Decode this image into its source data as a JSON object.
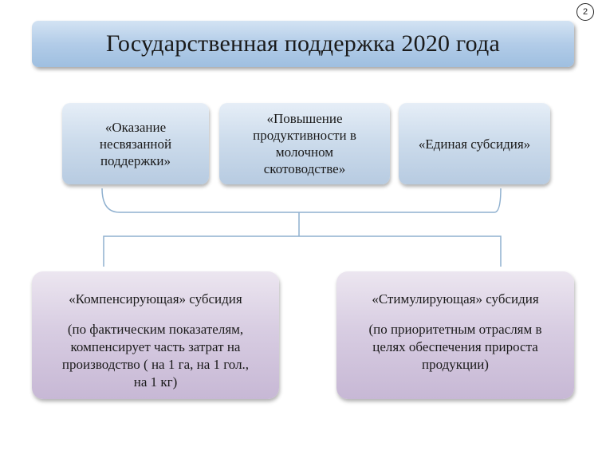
{
  "page_number": "2",
  "title": "Государственная поддержка 2020 года",
  "top_boxes": [
    {
      "label": "«Оказание\nнесвязанной\nподдержки»"
    },
    {
      "label": "«Повышение\nпродуктивности в\nмолочном\nскотоводстве»"
    },
    {
      "label": "«Единая субсидия»"
    }
  ],
  "bottom_boxes": [
    {
      "heading": "«Компенсирующая» субсидия",
      "body": "(по фактическим показателям,\nкомпенсирует часть затрат на\nпроизводство ( на 1 га, на 1 гол.,\nна 1 кг)"
    },
    {
      "heading": "«Стимулирующая» субсидия",
      "body": "(по приоритетным отраслям в\nцелях обеспечения прироста\nпродукции)"
    }
  ],
  "colors": {
    "connector": "#8fb0cf",
    "title_fill": "#b2cce8",
    "top_box_fill": "#cddcec",
    "bottom_box_fill": "#d8cde2"
  }
}
